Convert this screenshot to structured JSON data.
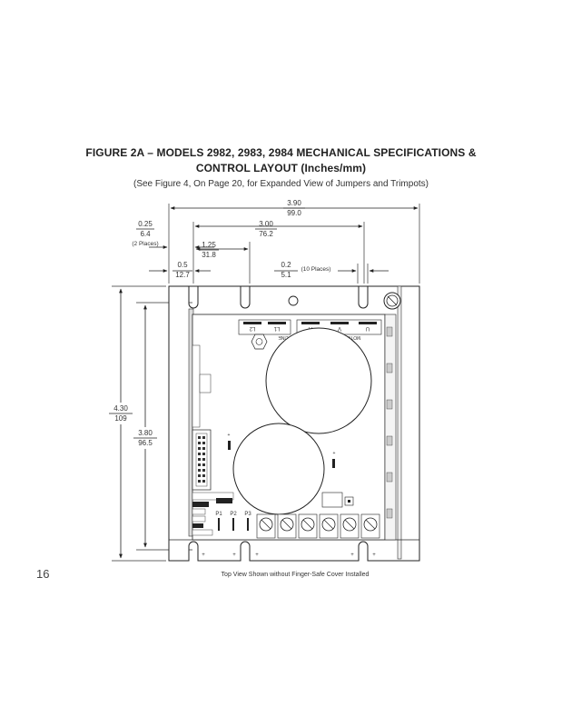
{
  "figure": {
    "title_line1": "FIGURE 2A – MODELS 2982, 2983, 2984 MECHANICAL SPECIFICATIONS &",
    "title_line2": "CONTROL LAYOUT (Inches/mm)",
    "subtitle": "(See Figure 4, On Page 20, for Expanded View of Jumpers and Trimpots)"
  },
  "dimensions": {
    "overall_width": {
      "inches": "3.90",
      "mm": "99.0"
    },
    "slot_span": {
      "inches": "3.00",
      "mm": "76.2"
    },
    "slot_offset": {
      "inches": "1.25",
      "mm": "31.8"
    },
    "edge_margin": {
      "inches": "0.25",
      "mm": "6.4",
      "note": "(2 Places)"
    },
    "left_inset": {
      "inches": "0.5",
      "mm": "12.7"
    },
    "slot_width": {
      "inches": "0.2",
      "mm": "5.1",
      "note": "(10 Places)"
    },
    "overall_height": {
      "inches": "4.30",
      "mm": "109"
    },
    "slot_height": {
      "inches": "3.80",
      "mm": "96.5"
    }
  },
  "board_labels": {
    "line": "LINE",
    "motor": "MOTOR",
    "l2": "L2",
    "l1": "L1",
    "a": "A",
    "v": "V",
    "u": "U",
    "p1": "P1",
    "p2": "P2",
    "p3": "P3"
  },
  "page": {
    "number": "16",
    "caption": "Top View Shown without Finger-Safe Cover Installed"
  }
}
